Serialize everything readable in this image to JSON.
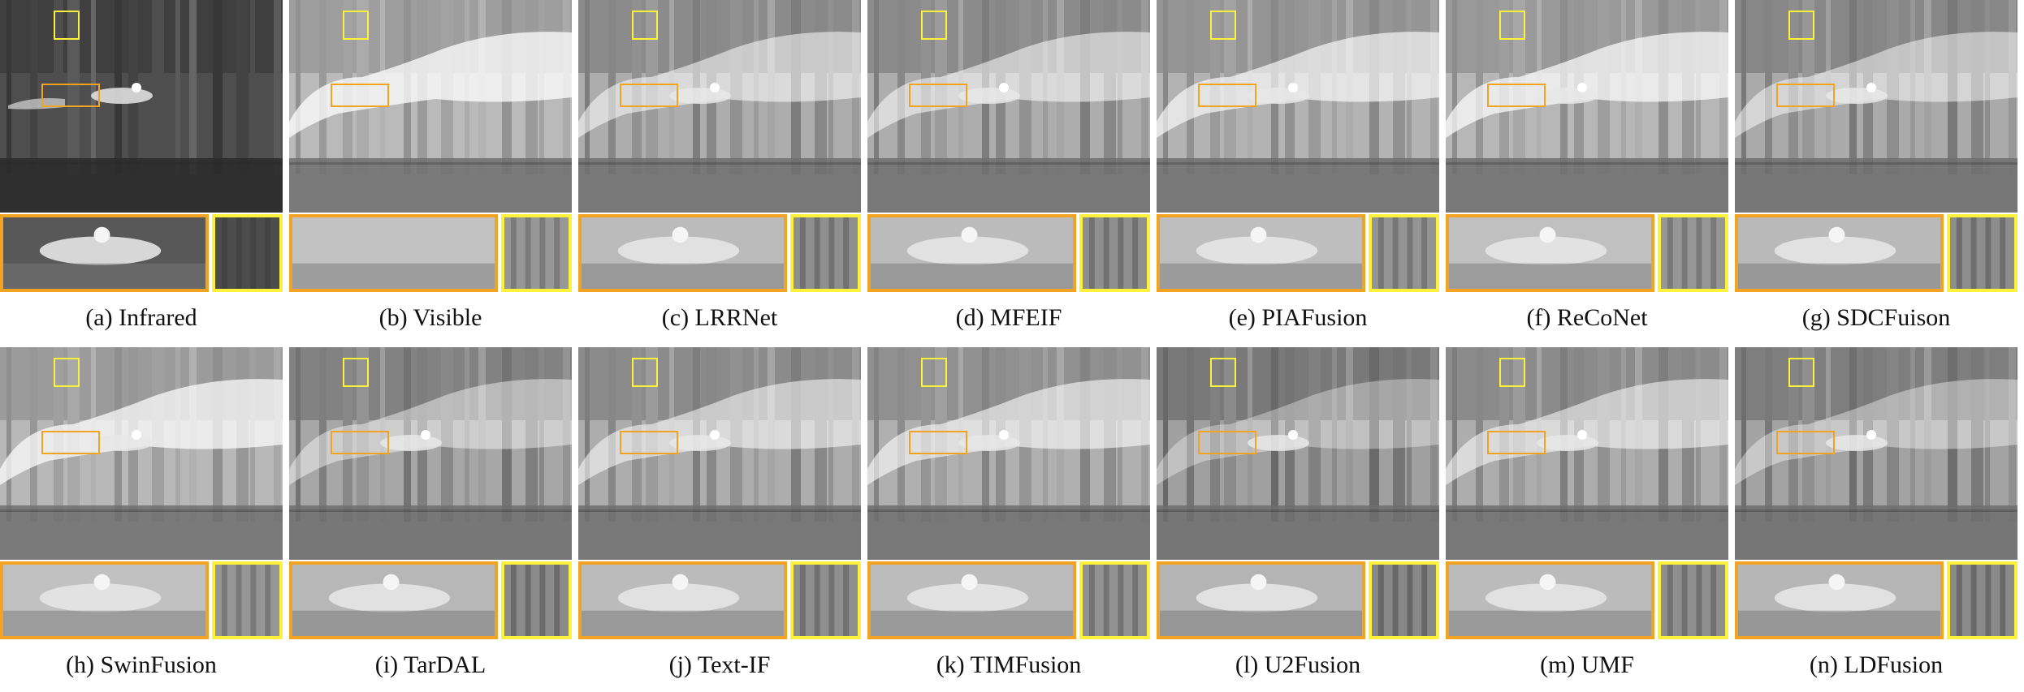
{
  "figure": {
    "panels": [
      {
        "caption": "(a) Infrared"
      },
      {
        "caption": "(b) Visible"
      },
      {
        "caption": "(c) LRRNet"
      },
      {
        "caption": "(d) MFEIF"
      },
      {
        "caption": "(e) PIAFusion"
      },
      {
        "caption": "(f) ReCoNet"
      },
      {
        "caption": "(g) SDCFuison"
      },
      {
        "caption": "(h) SwinFusion"
      },
      {
        "caption": "(i) TarDAL"
      },
      {
        "caption": "(j) Text-IF"
      },
      {
        "caption": "(k) TIMFusion"
      },
      {
        "caption": "(l) U2Fusion"
      },
      {
        "caption": "(m) UMF"
      },
      {
        "caption": "(n) LDFusion"
      }
    ],
    "colors": {
      "orange_box": "#f1a321",
      "yellow_box": "#fdf23b",
      "caption_text": "#111111"
    }
  }
}
